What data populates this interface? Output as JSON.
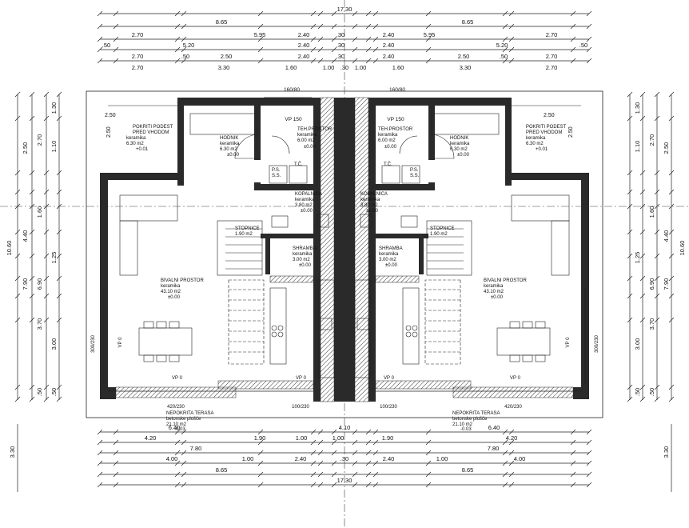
{
  "dims": {
    "top": {
      "overall": "17.30",
      "row1": [
        "8.65",
        "8.65"
      ],
      "row2": [
        "2.70",
        "5.95",
        "2.40",
        ".30",
        "2.40",
        "5.95",
        "2.70"
      ],
      "row3": [
        ".50",
        "5.20",
        "2.40",
        ".30",
        "2.40",
        "5.20",
        ".50"
      ],
      "row4": [
        "2.70",
        ".50",
        "2.50",
        "2.40",
        ".30",
        "2.40",
        "2.50",
        ".50",
        "2.70"
      ],
      "row5": [
        "2.70",
        "3.30",
        "1.60",
        "1.00",
        ".30",
        "1.00",
        "1.60",
        "3.30",
        "2.70"
      ],
      "doors": [
        "160/80",
        "160/80"
      ],
      "vp": [
        "VP 150",
        "VP 150"
      ]
    },
    "bottom": {
      "row1": [
        "6.40",
        "4.10",
        "6.40"
      ],
      "row2": [
        "4.20",
        "1.90",
        "1.00",
        "1.00",
        "1.90",
        "4.20"
      ],
      "row3": [
        "7.80",
        "7.80"
      ],
      "row4": [
        "4.00",
        "1.00",
        "2.40",
        ".30",
        "2.40",
        "1.00",
        "4.00"
      ],
      "row5": [
        "8.65",
        "8.65"
      ],
      "overall": "17.30",
      "side": "3.30"
    },
    "left": [
      "1.30",
      "2.70",
      "2.50",
      "1.10",
      "1.60",
      "4.40",
      "10.60",
      "1.25",
      "6.90",
      "7.90",
      "3.70",
      "3.00",
      ".50",
      ".50"
    ],
    "right": [
      "1.30",
      "2.70",
      "2.50",
      "1.10",
      "1.60",
      "4.40",
      "10.60",
      "1.25",
      "6.90",
      "7.90",
      "3.70",
      "3.00",
      ".50",
      ".50"
    ],
    "windows": [
      "300/230",
      "300/230",
      "420/230",
      "100/230",
      "100/230",
      "420/230"
    ]
  },
  "rooms": {
    "pokriti": {
      "name": "POKRITI PODEST",
      "name2": "PRED VHODOM",
      "finish": "keramika",
      "area": "6.30 m2",
      "level": "+0.01"
    },
    "hodnik": {
      "name": "HODNIK",
      "finish": "keramika",
      "area": "6.30 m2",
      "level": "±0.00"
    },
    "tech": {
      "name": "TEH.PROSTOR",
      "finish": "keramika",
      "area": "6.00 m2",
      "level": "±0.00"
    },
    "kopalnica": {
      "name": "KOPALNICA",
      "finish": "keramika",
      "area": "3.80 m2",
      "level": "±0.00"
    },
    "stopnice": {
      "name": "STOPNICE",
      "area": "1.90 m2"
    },
    "shramba": {
      "name": "SHRAMBA",
      "finish": "keramika",
      "area": "3.00 m2",
      "level": "±0.00"
    },
    "bivalni": {
      "name": "BIVALNI PROSTOR",
      "finish": "keramika",
      "area": "43.10 m2",
      "level": "±0.00"
    },
    "terasa": {
      "name": "NEPOKRITA TERASA",
      "finish": "betonske plošče",
      "area": "21.10 m2",
      "level": "-0.03"
    }
  },
  "labels": {
    "ps": "P.S.",
    "ss": "S.S.",
    "tc": "T.Č.",
    "vp0": "VP 0",
    "dim250": "2.50",
    "dim250b": "2.50"
  }
}
